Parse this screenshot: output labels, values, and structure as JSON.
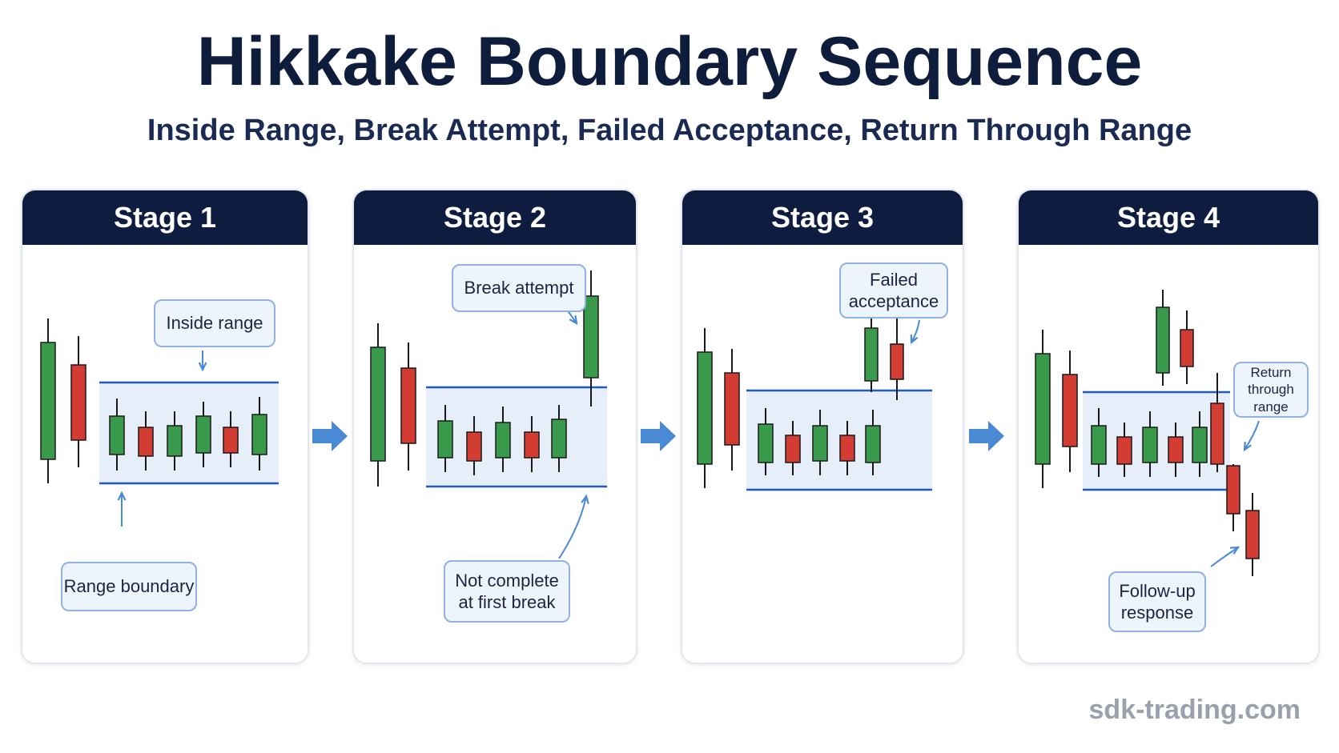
{
  "title": "Hikkake Boundary Sequence",
  "subtitle": "Inside Range, Break Attempt, Failed Acceptance, Return Through Range",
  "colors": {
    "header_bg": "#0d1c3f",
    "bull": "#3a9a4c",
    "bear": "#d23c33",
    "range_fill": "#e6eefa",
    "range_line": "#1f5bbf",
    "arrow": "#4a8ad4"
  },
  "stages": [
    {
      "label": "Stage 1",
      "callouts": [
        {
          "text": "Inside range"
        },
        {
          "text": "Range boundary"
        }
      ]
    },
    {
      "label": "Stage 2",
      "callouts": [
        {
          "text": "Break attempt"
        },
        {
          "text": "Not complete\nat first break"
        }
      ]
    },
    {
      "label": "Stage 3",
      "callouts": [
        {
          "text": "Failed\nacceptance"
        }
      ]
    },
    {
      "label": "Stage 4",
      "callouts": [
        {
          "text": "Return\nthrough range"
        },
        {
          "text": "Follow-up\nresponse"
        }
      ]
    }
  ],
  "watermark": "sdk-trading.com"
}
